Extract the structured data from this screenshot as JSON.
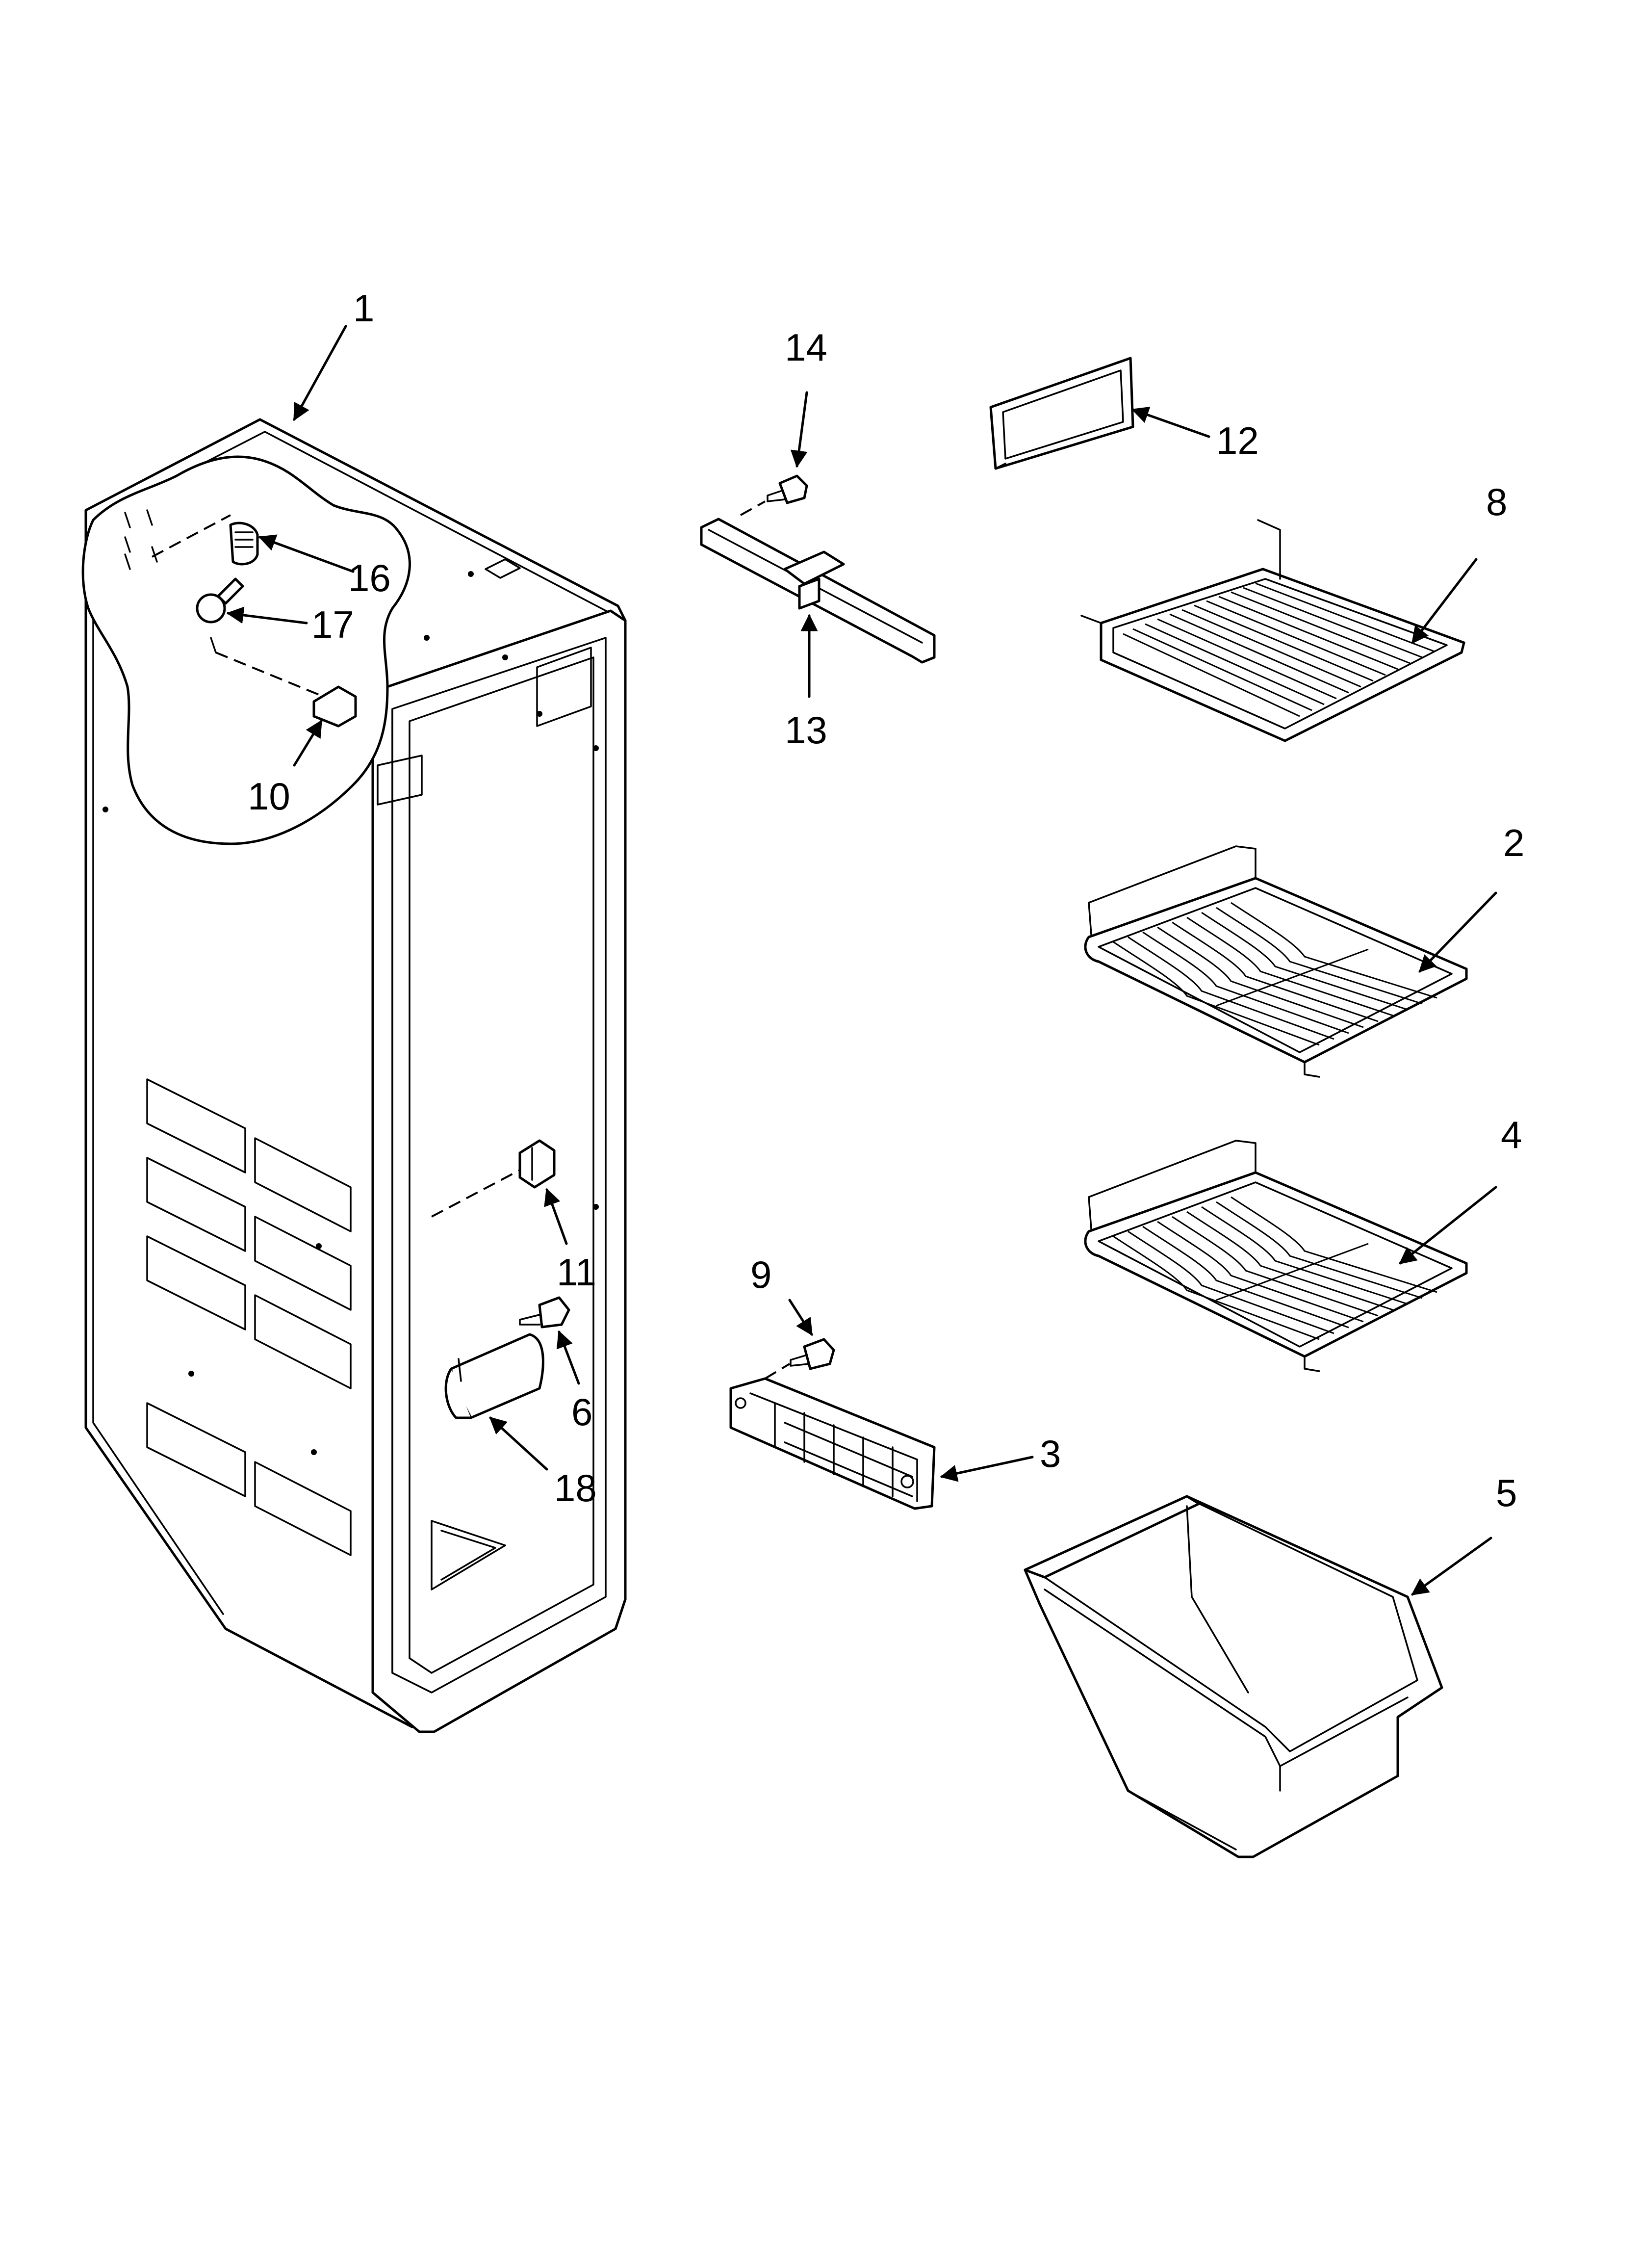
{
  "callouts": {
    "c1": "1",
    "c2": "2",
    "c3": "3",
    "c4": "4",
    "c5": "5",
    "c6": "6",
    "c8": "8",
    "c9": "9",
    "c10": "10",
    "c11": "11",
    "c12": "12",
    "c13": "13",
    "c14": "14",
    "c16": "16",
    "c17": "17",
    "c18": "18"
  }
}
